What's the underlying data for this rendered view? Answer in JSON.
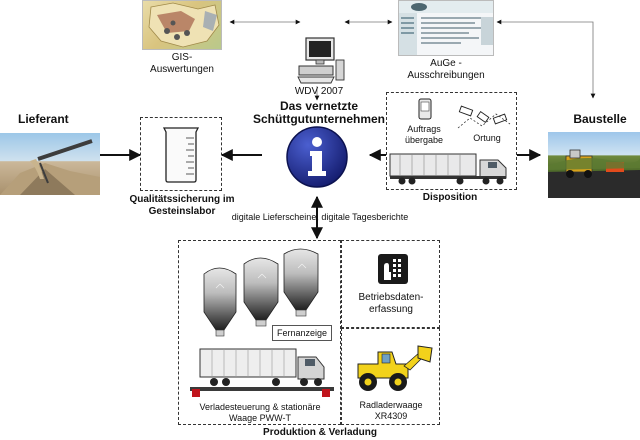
{
  "header": {
    "gis_label": "GIS-\nAuswertungen",
    "wdv_label": "WDV 2007",
    "center_title": "Das vernetzte\nSchüttgutunternehmen",
    "auge_label": "AuGe -\nAusschreibungen"
  },
  "left": {
    "title": "Lieferant",
    "lab_caption": "Qualitätssicherung im\nGesteinslabor"
  },
  "right": {
    "title": "Baustelle"
  },
  "disposition": {
    "title": "Disposition",
    "handover_label": "Auftrags\nübergabe",
    "ortung_label": "Ortung"
  },
  "middle": {
    "reports_label": "digitale Lieferscheine, digitale Tagesberichte"
  },
  "production": {
    "title": "Produktion & Verladung",
    "fernanzeige_label": "Fernanzeige",
    "scale_caption": "Verladesteuerung & stationäre\nWaage PWW-T",
    "bde_label": "Betriebsdaten-\nerfassung",
    "loader_caption": "Radladerwaage\nXR4309"
  },
  "colors": {
    "info_blue": "#1f2b8c",
    "loader_yellow": "#f2d21b",
    "truck_red": "#c0141c"
  },
  "icons": [
    "computer-icon",
    "info-icon",
    "lab-beaker-icon",
    "pda-icon",
    "gps-tracking-icon",
    "data-terminal-icon"
  ]
}
